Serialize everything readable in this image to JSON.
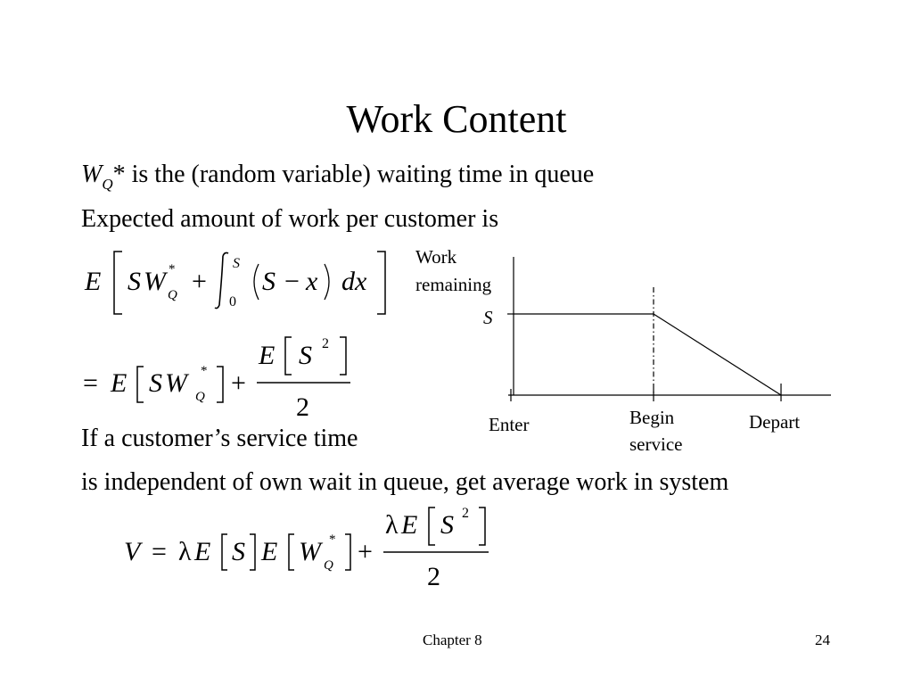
{
  "title": "Work Content",
  "line1": {
    "w": "W",
    "sub": "Q",
    "star": "*",
    "rest": " is the (random variable) waiting time in queue"
  },
  "line2": "Expected amount of work per customer is",
  "line3": "If a customer’s service time",
  "line4": "is independent of own wait in queue, get average work in system",
  "formula1": {
    "E": "E",
    "S": "S",
    "W": "W",
    "Q": "Q",
    "star": "*",
    "plus": "+",
    "int_upper": "S",
    "int_lower": "0",
    "S2": "S",
    "minus": "−",
    "x": "x",
    "dx": "dx"
  },
  "formula2": {
    "eq": "=",
    "E": "E",
    "S": "S",
    "W": "W",
    "Q": "Q",
    "star": "*",
    "plus": "+",
    "num_E": "E",
    "num_S": "S",
    "power": "2",
    "denominator": "2"
  },
  "formula3": {
    "V": "V",
    "eq": "=",
    "lambda": "λ",
    "E": "E",
    "S": "S",
    "E2": "E",
    "W": "W",
    "Q": "Q",
    "star": "*",
    "plus": "+",
    "num_lambda": "λ",
    "num_E": "E",
    "num_S": "S",
    "power": "2",
    "denominator": "2"
  },
  "diagram": {
    "ylabel": "Work remaining",
    "ylabel_line1": "Work",
    "ylabel_line2": "remaining",
    "level": "S",
    "x_labels": [
      "Enter",
      "Begin service",
      "Depart"
    ],
    "x_label_begin_1": "Begin",
    "x_label_begin_2": "service"
  },
  "footer": {
    "chapter": "Chapter 8",
    "page": "24"
  }
}
